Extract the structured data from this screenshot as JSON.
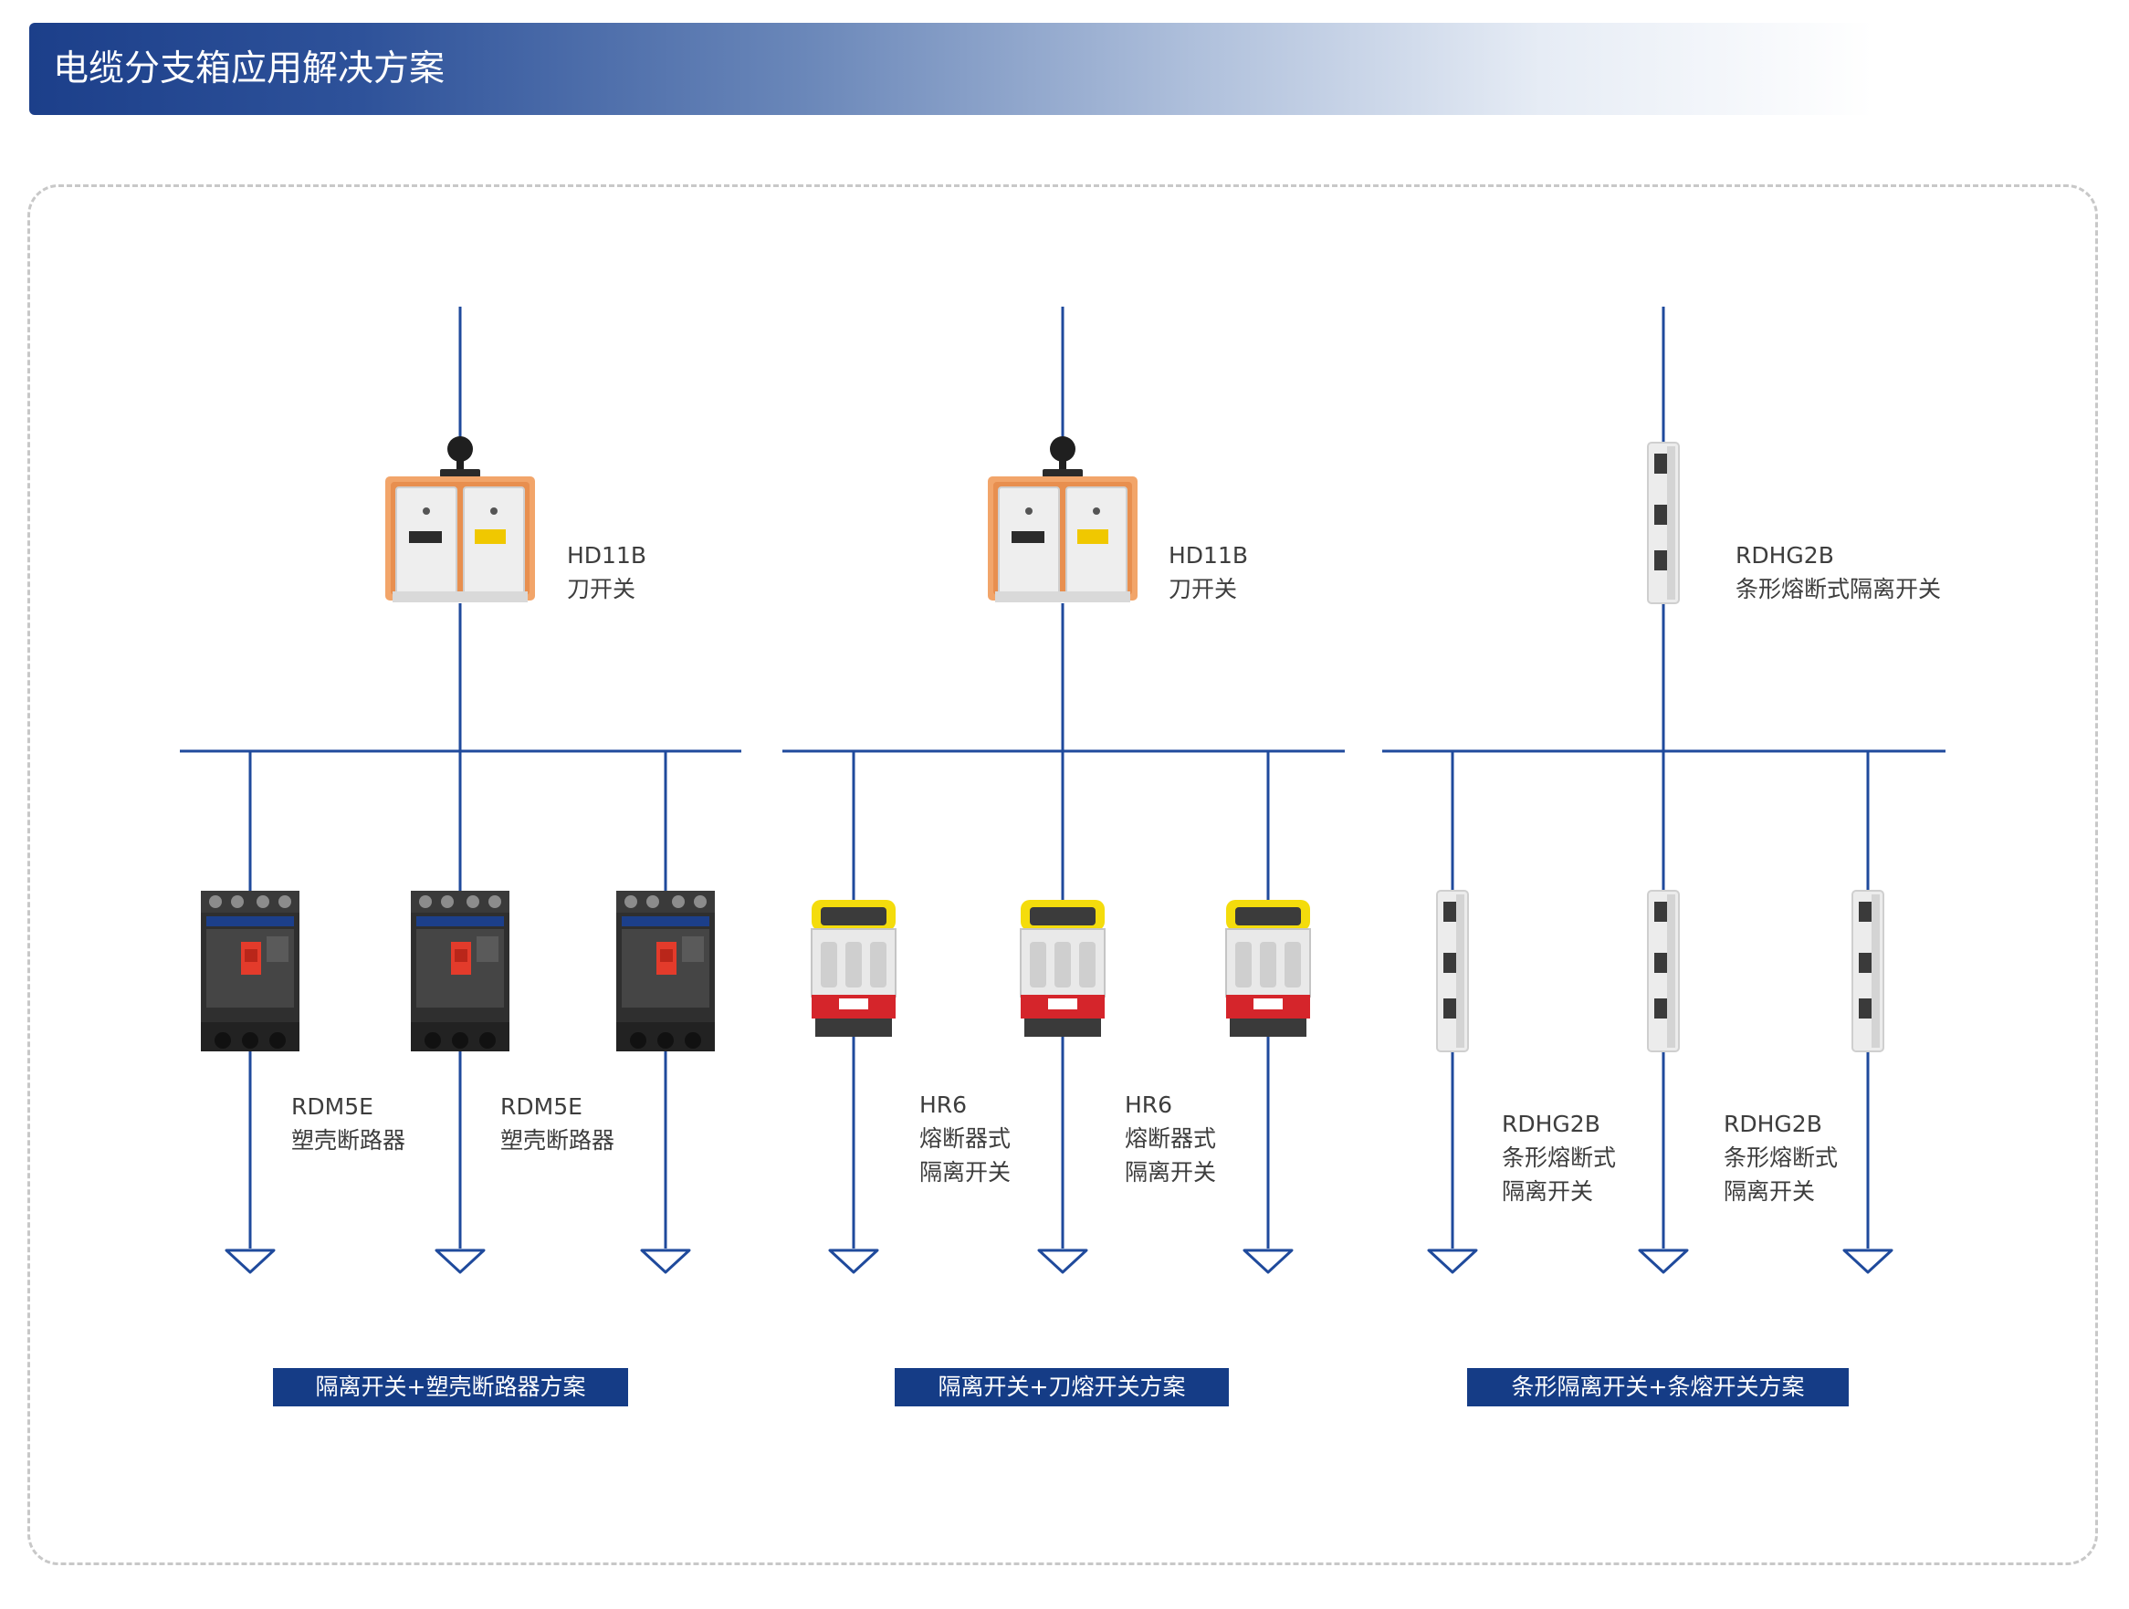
{
  "header": {
    "title": "电缆分支箱应用解决方案"
  },
  "colors": {
    "line": "#1f4a9c",
    "scheme_bg": "#153c86",
    "frame": "#c8c8c8"
  },
  "schemes": [
    {
      "name": "隔离开关+塑壳断路器方案",
      "main": {
        "model": "HD11B",
        "type": "刀开关",
        "icon": "knife-switch-icon"
      },
      "branch": {
        "model": "RDM5E",
        "type": "塑壳断路器",
        "icon": "mccb-breaker-icon"
      }
    },
    {
      "name": "隔离开关+刀熔开关方案",
      "main": {
        "model": "HD11B",
        "type": "刀开关",
        "icon": "knife-switch-icon"
      },
      "branch": {
        "model": "HR6",
        "type1": "熔断器式",
        "type2": "隔离开关",
        "icon": "fuse-switch-icon"
      }
    },
    {
      "name": "条形隔离开关+条熔开关方案",
      "main": {
        "model": "RDHG2B",
        "type": "条形熔断式隔离开关",
        "icon": "strip-fuse-switch-icon"
      },
      "branch": {
        "model": "RDHG2B",
        "type1": "条形熔断式",
        "type2": "隔离开关",
        "icon": "strip-fuse-switch-icon"
      }
    }
  ]
}
